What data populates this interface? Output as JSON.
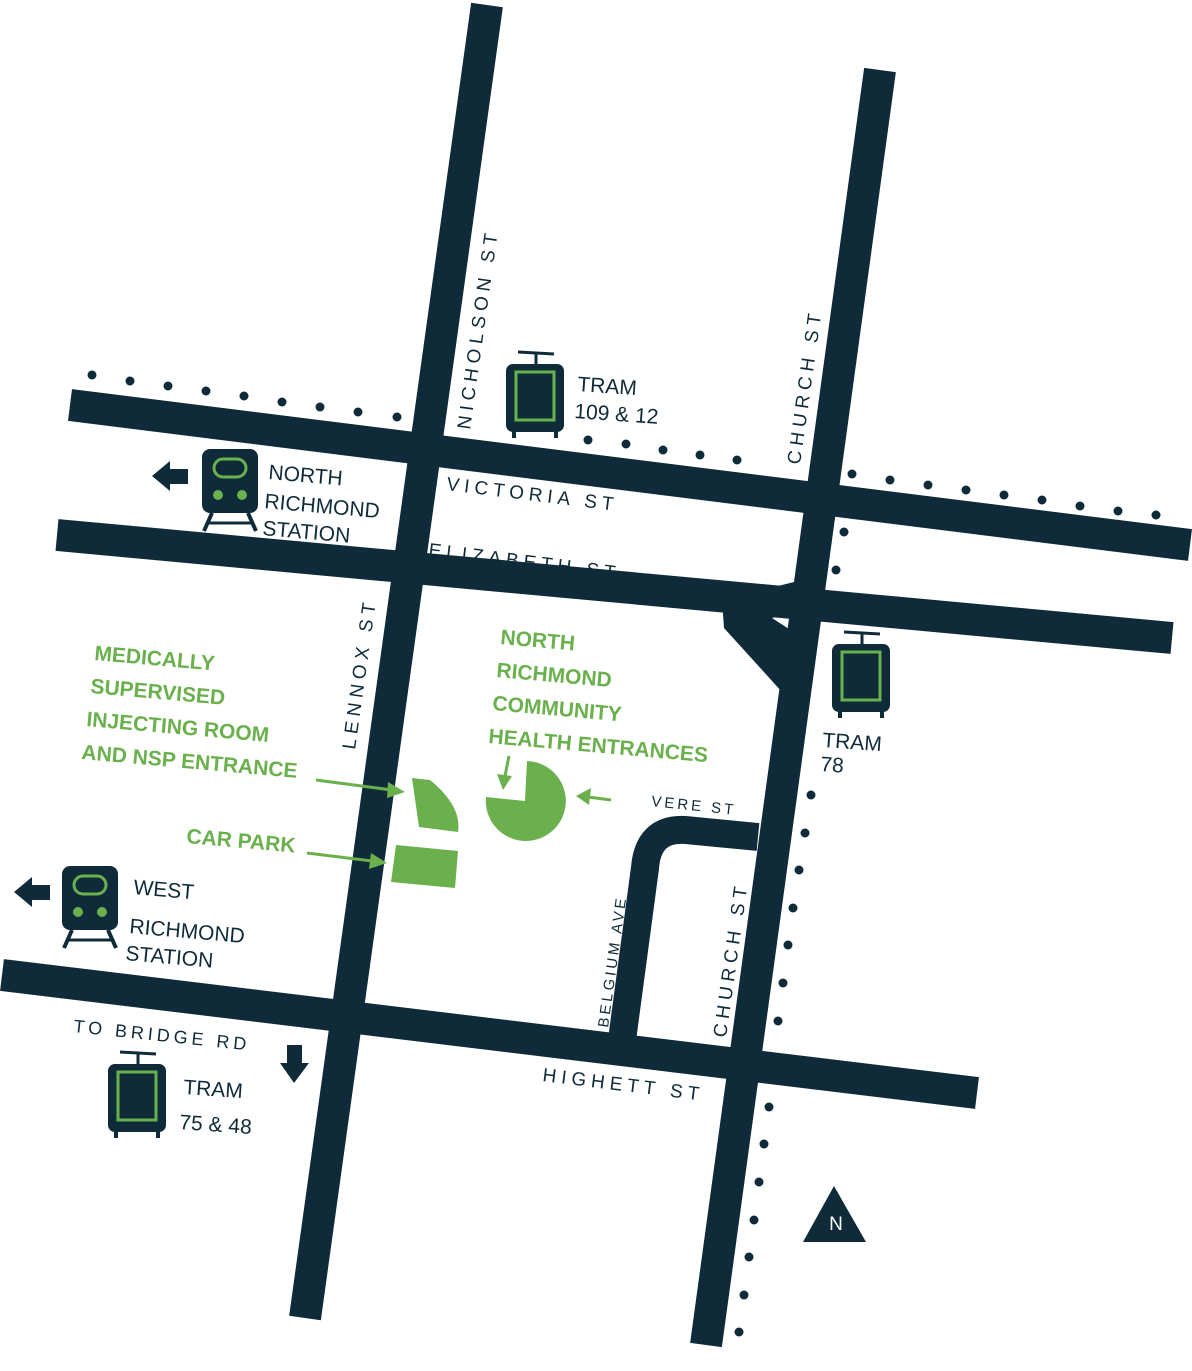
{
  "streets": {
    "nicholson": "NICHOLSON ST",
    "church_north": "CHURCH ST",
    "victoria": "VICTORIA ST",
    "elizabeth": "ELIZABETH ST",
    "lennox": "LENNOX ST",
    "vere": "VERE ST",
    "belgium": "BELGIUM AVE",
    "church_south": "CHURCH ST",
    "highett": "HIGHETT ST",
    "bridge_rd": "TO BRIDGE RD"
  },
  "stations": {
    "north_richmond": [
      "NORTH",
      "RICHMOND",
      "STATION"
    ],
    "west_richmond": [
      "WEST",
      "RICHMOND",
      "STATION"
    ]
  },
  "trams": {
    "victoria": [
      "TRAM",
      "109 & 12"
    ],
    "church": [
      "TRAM",
      "78"
    ],
    "bridge": [
      "TRAM",
      "75 & 48"
    ]
  },
  "landmarks": {
    "injecting_room": [
      "MEDICALLY",
      "SUPERVISED",
      "INJECTING ROOM",
      "AND NSP ENTRANCE"
    ],
    "car_park": "CAR PARK",
    "community_health": [
      "NORTH",
      "RICHMOND",
      "COMMUNITY",
      "HEALTH ENTRANCES"
    ]
  },
  "compass": "N",
  "colors": {
    "road": "#0f2b3a",
    "accent": "#6ab04c",
    "background": "#ffffff"
  },
  "icons": [
    "train-icon",
    "tram-icon",
    "arrow-left-icon",
    "arrow-down-icon",
    "north-arrow-icon"
  ]
}
